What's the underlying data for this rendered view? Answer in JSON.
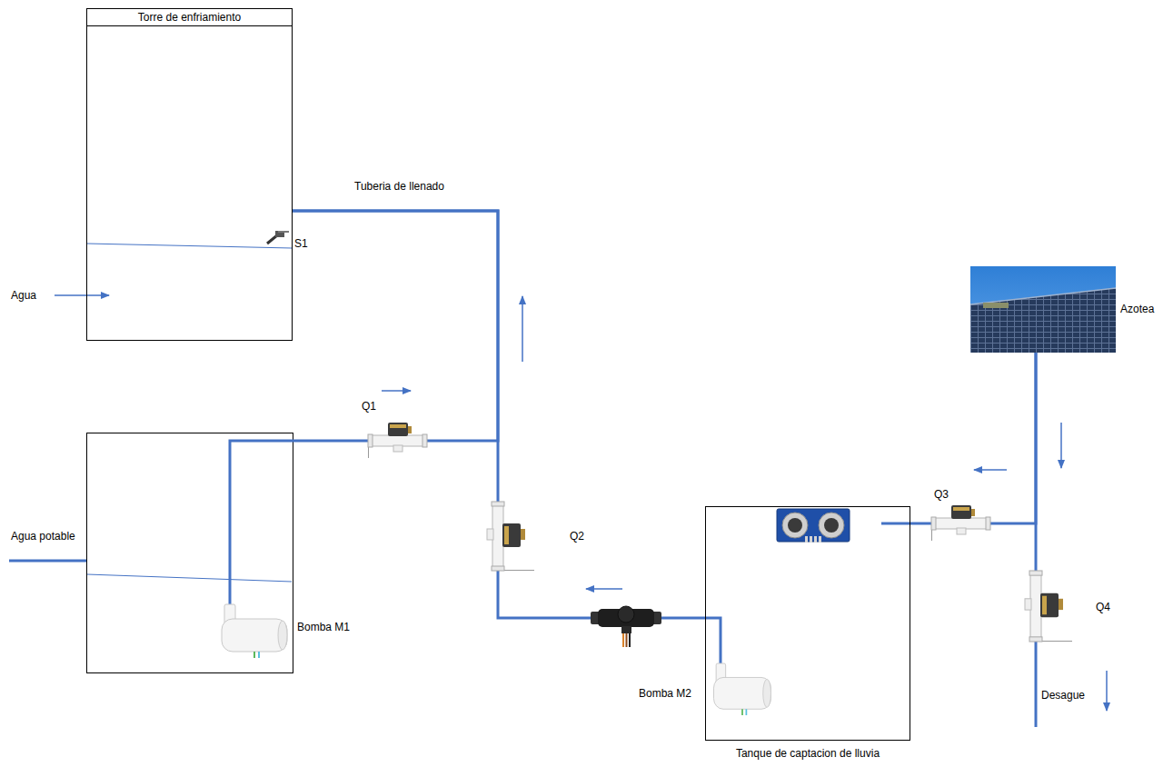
{
  "diagram": {
    "nodes": [
      {
        "text": [
          "Torre de enfriamiento"
        ]
      },
      {
        "text": [
          "Bomba M1"
        ]
      },
      {
        "text": [
          "Q1"
        ]
      },
      {
        "text": [
          "Q2"
        ]
      },
      {
        "text": [
          "Tanque de captacion de lluvia"
        ]
      },
      {
        "text": [
          "Bomba M2"
        ],
        "in": 4
      },
      {
        "text": [
          "Q3"
        ]
      },
      {
        "text": [
          "Azotea"
        ]
      },
      {
        "text": [
          "Q4"
        ]
      }
    ],
    "edges": [
      {
        "from": 1,
        "to": 2,
        "arrow": "none"
      },
      {
        "from": 2,
        "to": 0,
        "arrow": "none"
      },
      {
        "from": 5,
        "to": 3,
        "arrow": "none"
      },
      {
        "from": 3,
        "to": 0,
        "arrow": "none"
      },
      {
        "from": 7,
        "to": 6,
        "arrow": "none"
      },
      {
        "from": 6,
        "to": 4,
        "arrow": "none"
      },
      {
        "from": 7,
        "to": 8,
        "arrow": "none"
      }
    ],
    "labels": [
      "Tuberia de llenado",
      "S1",
      "Agua",
      "Agua potable",
      "Desague"
    ]
  }
}
